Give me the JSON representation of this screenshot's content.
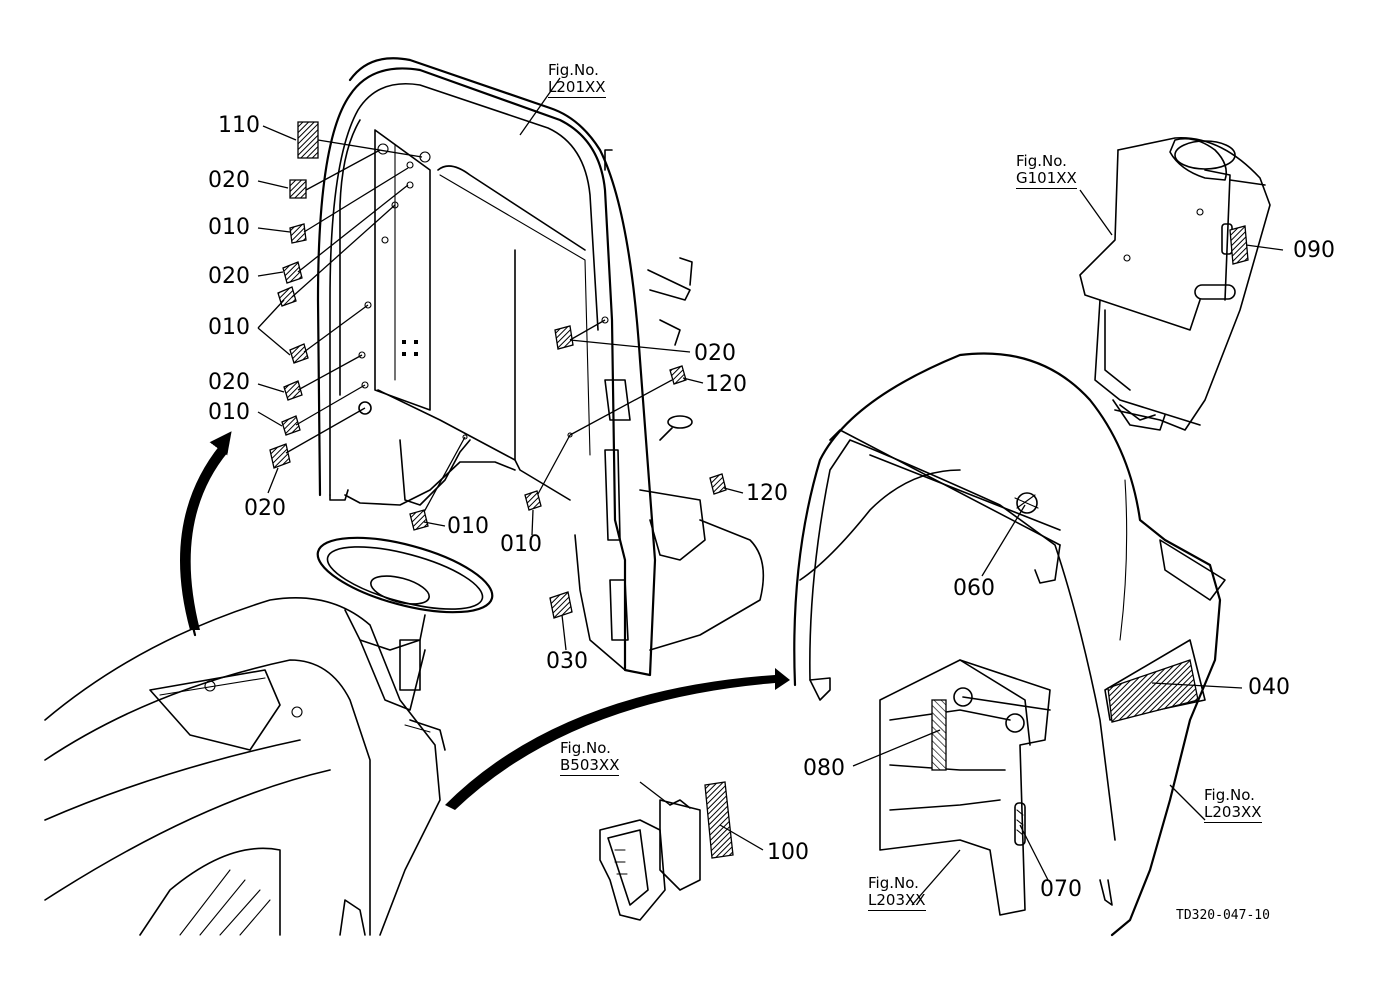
{
  "figure_refs": {
    "seat_frame": {
      "fig_no": "Fig.No.",
      "code": "L201XX"
    },
    "tank": {
      "fig_no": "Fig.No.",
      "code": "G101XX"
    },
    "switch": {
      "fig_no": "Fig.No.",
      "code": "B503XX"
    },
    "fender_right": {
      "fig_no": "Fig.No.",
      "code": "L203XX"
    },
    "fender_bottom": {
      "fig_no": "Fig.No.",
      "code": "L203XX"
    }
  },
  "part_labels": {
    "p110": "110",
    "p020_a": "020",
    "p010_a": "010",
    "p020_b": "020",
    "p010_b": "010",
    "p020_c": "020",
    "p010_c": "010",
    "p020_d": "020",
    "p020_e": "020",
    "p120_a": "120",
    "p120_b": "120",
    "p010_d": "010",
    "p010_e": "010",
    "p030": "030",
    "p090": "090",
    "p060": "060",
    "p040": "040",
    "p080": "080",
    "p070": "070",
    "p100": "100"
  },
  "drawing_code": "TD320-047-10",
  "colors": {
    "line": "#000000",
    "background": "#ffffff"
  }
}
